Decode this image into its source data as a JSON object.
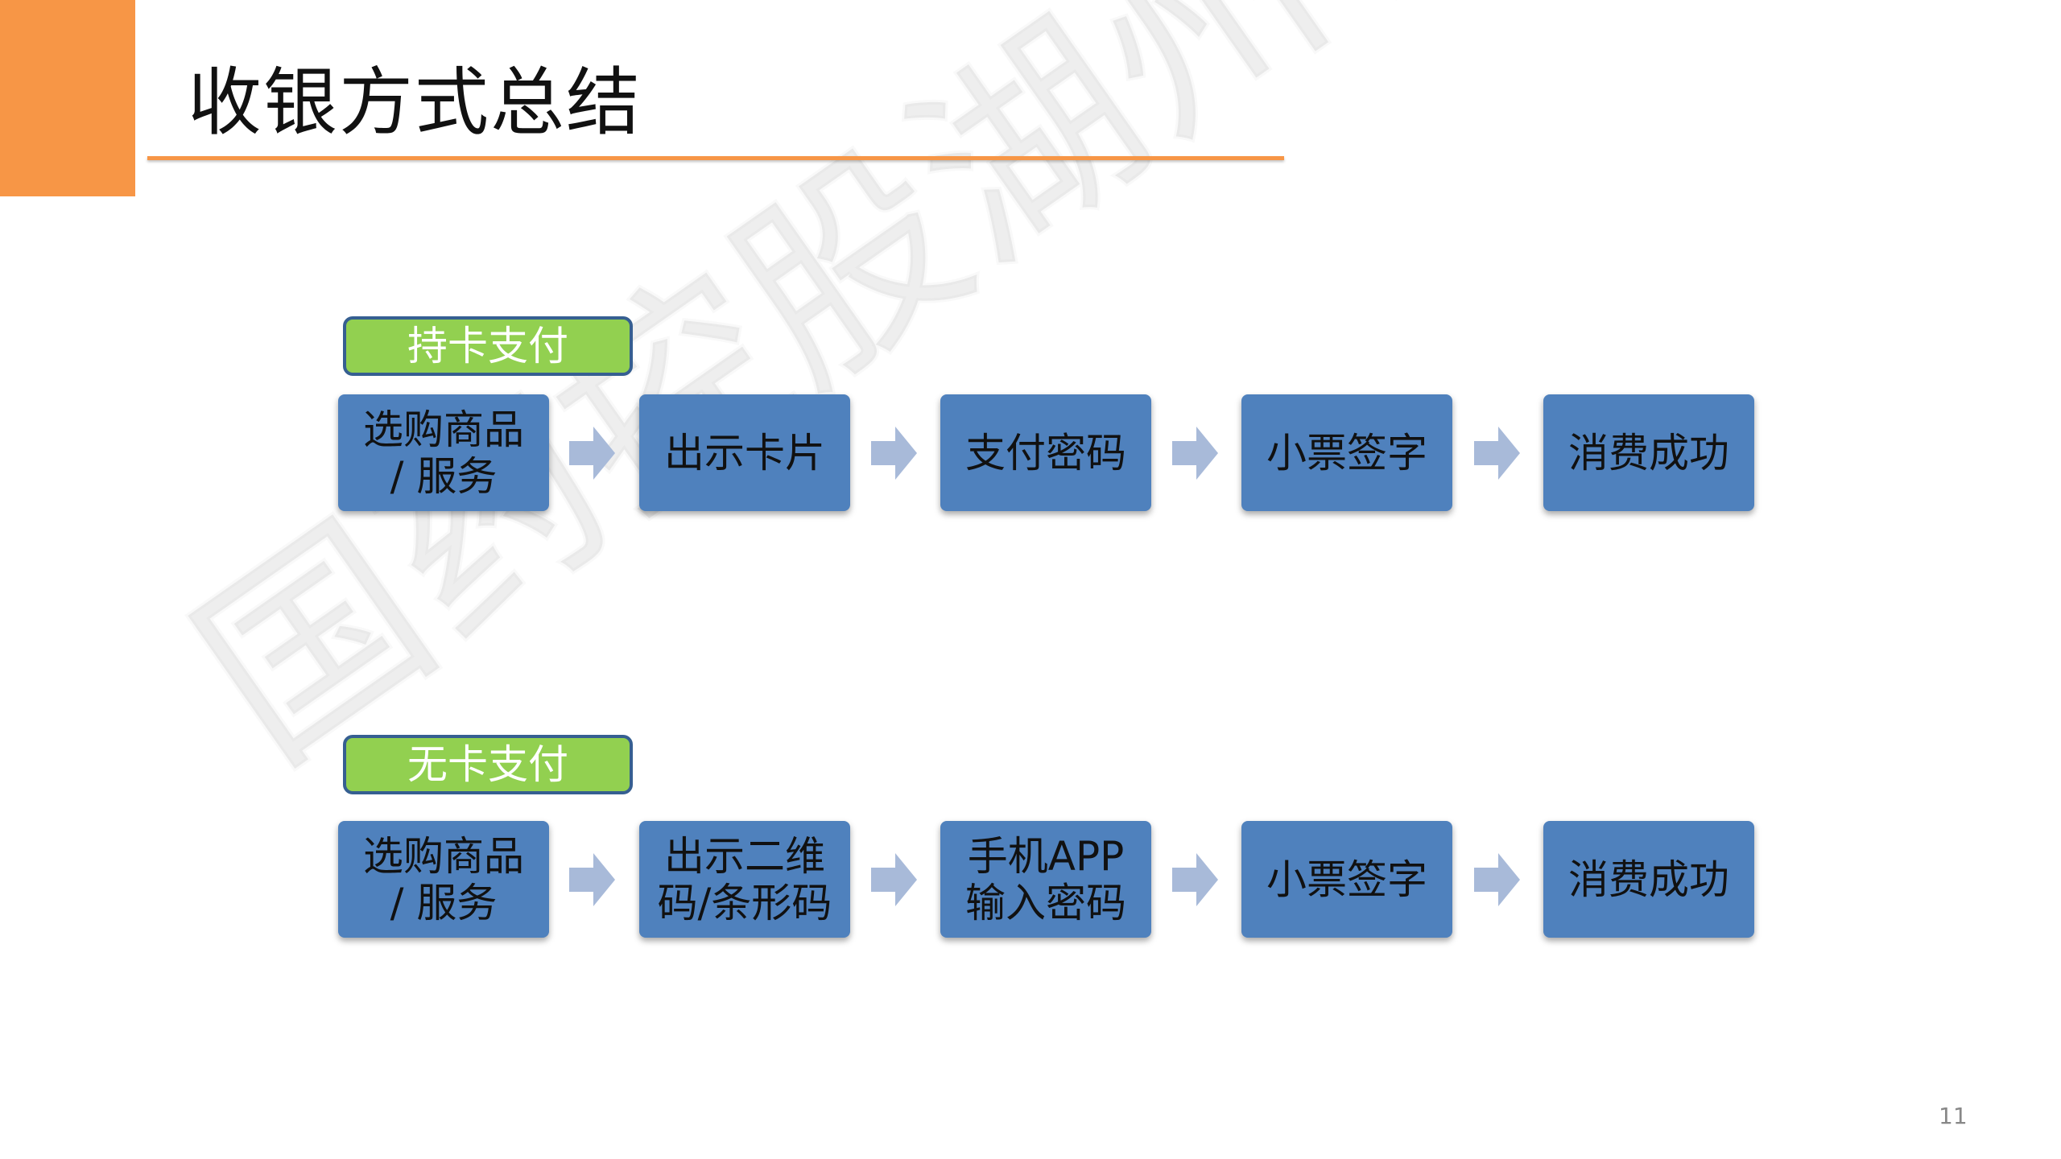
{
  "title": "收银方式总结",
  "watermark": "国药控股湖州有限公司",
  "rows": [
    {
      "label": "持卡支付",
      "steps": [
        "选购商品\n/ 服务",
        "出示卡片",
        "支付密码",
        "小票签字",
        "消费成功"
      ]
    },
    {
      "label": "无卡支付",
      "steps": [
        "选购商品\n/ 服务",
        "出示二维\n码/条形码",
        "手机APP\n输入密码",
        "小票签字",
        "消费成功"
      ]
    }
  ],
  "page_number": "11",
  "colors": {
    "accent": "#F79646",
    "label_green": "#92D050",
    "label_border": "#365F91",
    "step_blue": "#4F81BD",
    "arrow": "#A8BAD9"
  }
}
